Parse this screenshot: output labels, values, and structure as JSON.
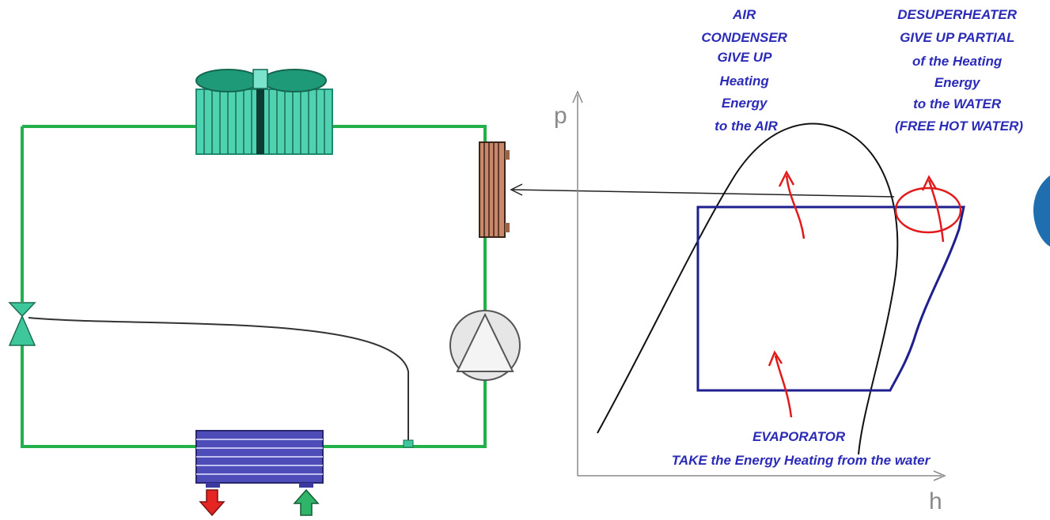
{
  "axes": {
    "y_label": "p",
    "x_label": "h"
  },
  "labels": {
    "air_condenser": [
      "AIR",
      "CONDENSER",
      "GIVE UP",
      "Heating",
      "Energy",
      "to the AIR"
    ],
    "desuperheater": [
      "DESUPERHEATER",
      "GIVE UP PARTIAL",
      "of the Heating",
      "Energy",
      "to the WATER",
      "(FREE HOT WATER)"
    ],
    "evaporator": [
      "EVAPORATOR",
      "TAKE the Energy Heating from the water"
    ]
  },
  "colors": {
    "pipe": "#22b04a",
    "component_fill": "#40c9a8",
    "component_dark": "#1d8a70",
    "evaporator_fill": "#4e4cb8",
    "desuperheater_fill": "#c9886a",
    "cycle_line": "#1f1f8f",
    "annotation_red": "#e11b1b",
    "label_blue": "#2b2bb8",
    "axis_gray": "#8a8a8a",
    "arrow_out": "#e52521",
    "arrow_in": "#2fb56a"
  },
  "icons": {
    "fan": "fan-icon",
    "compressor": "compressor-icon",
    "expansion_valve": "expansion-valve-icon",
    "water_out": "arrow-down-icon",
    "water_in": "arrow-up-icon"
  }
}
